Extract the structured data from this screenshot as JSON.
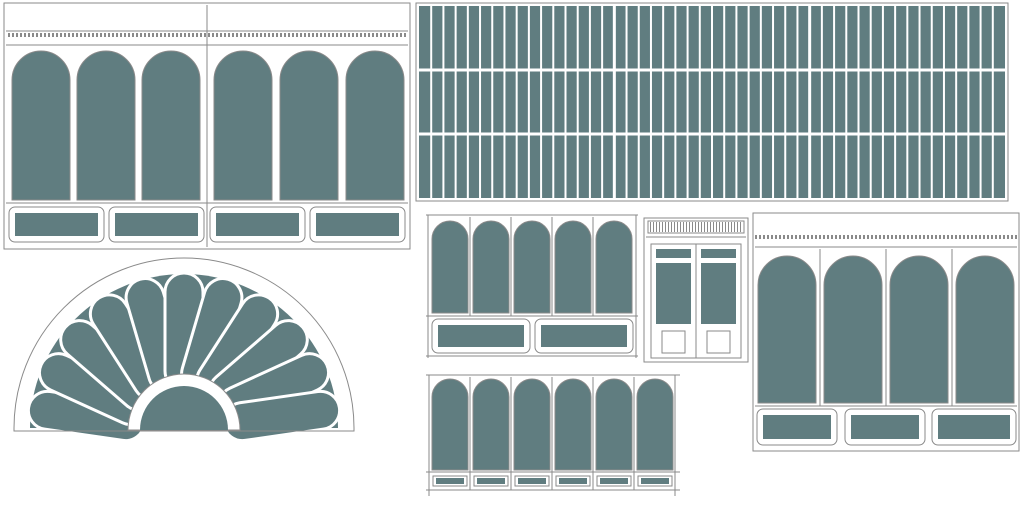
{
  "colors": {
    "background": "#ffffff",
    "glass": "#607d80",
    "frame_line": "#8a8a8a",
    "frame_fill": "#ffffff"
  },
  "sheet": {
    "elements": [
      {
        "name": "arched-window-wall-six-bay",
        "panes": 6,
        "pane_shape": "arched",
        "kick_panels": 4
      },
      {
        "name": "grid-glazing-panel",
        "rows": 3,
        "columns": 48,
        "pane_shape": "rectangular"
      },
      {
        "name": "fanlight-half-round",
        "petals": 11,
        "pane_shape": "petal"
      },
      {
        "name": "arched-window-wall-five-bay",
        "panes": 5,
        "pane_shape": "arched",
        "kick_panels": 2
      },
      {
        "name": "double-door-with-transom",
        "leaves": 2
      },
      {
        "name": "arched-window-wall-four-bay",
        "panes": 4,
        "pane_shape": "arched",
        "kick_panels": 3
      },
      {
        "name": "arched-window-wall-six-bay-low-rail",
        "panes": 6,
        "pane_shape": "arched",
        "kick_panels": 6
      }
    ]
  }
}
